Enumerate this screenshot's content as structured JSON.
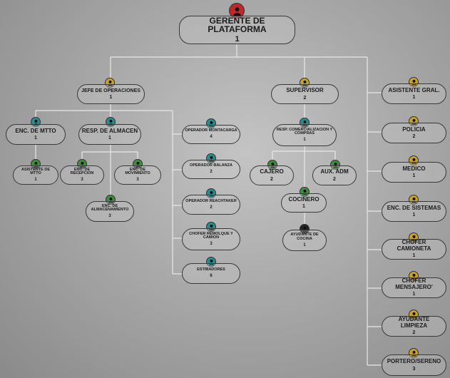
{
  "nodes": {
    "gerente": {
      "title": "GERENTE DE PLATAFORMA",
      "count": "1"
    },
    "jefe_operaciones": {
      "title": "JEFE DE OPERACIONES",
      "count": "1"
    },
    "supervisor": {
      "title": "SUPERVISOR",
      "count": "2"
    },
    "asistente_gral": {
      "title": "ASISTENTE GRAL.",
      "count": "1"
    },
    "enc_mtto": {
      "title": "ENC. DE MTTO",
      "count": "1"
    },
    "resp_almacen": {
      "title": "RESP. DE ALMACEN",
      "count": "1"
    },
    "asistente_mtto": {
      "title": "ASISTENTE DE MTTO",
      "count": "1"
    },
    "enc_recepcion": {
      "title": "ENC. DE RECEPCION",
      "count": "3"
    },
    "enc_movimiento": {
      "title": "ENC. DE MOVIMIENTO",
      "count": "3"
    },
    "enc_almacenamiento": {
      "title": "ENC. DE ALMACENAMIENTO",
      "count": "3"
    },
    "op_montacarga": {
      "title": "OPERADOR MONTACARGA",
      "count": "4"
    },
    "op_balanza": {
      "title": "OPERADOR BALANZA",
      "count": "2"
    },
    "op_reachtaker": {
      "title": "OPERADOR REACHTAKER",
      "count": "2"
    },
    "chofer_remolque": {
      "title": "CHOFER REMOLQUE Y CAMION",
      "count": "3"
    },
    "estibadores": {
      "title": "ESTIBADORES",
      "count": "6"
    },
    "resp_comercializacion": {
      "title": "RESP. COMERCIALIZACION Y COMPRAS",
      "count": "1"
    },
    "cajero": {
      "title": "CAJERO",
      "count": "2"
    },
    "aux_adm": {
      "title": "AUX. ADM",
      "count": "2"
    },
    "cocinero": {
      "title": "COCINERO",
      "count": "1"
    },
    "ayudante_cocina": {
      "title": "AYUDANTE DE COCINA",
      "count": "1"
    },
    "policia": {
      "title": "POLICIA",
      "count": "2"
    },
    "medico": {
      "title": "MEDICO",
      "count": "1"
    },
    "enc_sistemas": {
      "title": "ENC. DE SISTEMAS",
      "count": "1"
    },
    "chofer_camioneta": {
      "title": "CHOFER CAMIONETA",
      "count": "1"
    },
    "chofer_mensajero": {
      "title": "CHOFER MENSAJERO'",
      "count": "1"
    },
    "ayudante_limpieza": {
      "title": "AYUDANTE LIMPIEZA",
      "count": "2"
    },
    "portero_sereno": {
      "title": "PORTERO/SERENO",
      "count": "3"
    }
  },
  "icons": {
    "gerente": "user-icon",
    "level_colors": {
      "red": "#c0272d",
      "gold": "#c9a227",
      "teal": "#2a8c8c",
      "green": "#3c8f3c",
      "black": "#222222"
    }
  }
}
